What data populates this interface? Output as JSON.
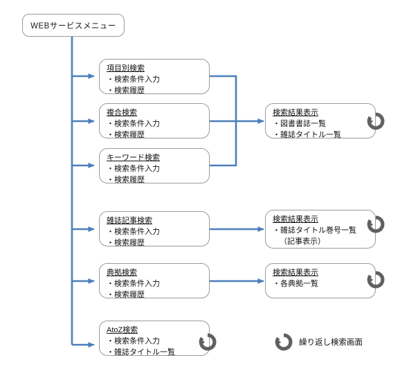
{
  "diagram": {
    "root": {
      "label": "WEBサービスメニュー"
    },
    "search_nodes": [
      {
        "title": "項目別検索",
        "lines": [
          "・検索条件入力",
          "・検索履歴"
        ]
      },
      {
        "title": "複合検索",
        "lines": [
          "・検索条件入力",
          "・検索履歴"
        ]
      },
      {
        "title": "キーワード検索",
        "lines": [
          "・検索条件入力",
          "・検索履歴"
        ]
      },
      {
        "title": "雑誌記事検索",
        "lines": [
          "・検索条件入力",
          "・検索履歴"
        ]
      },
      {
        "title": "典拠検索",
        "lines": [
          "・検索条件入力",
          "・検索履歴"
        ]
      },
      {
        "title": "AtoZ検索",
        "lines": [
          "・検索条件入力",
          "・雑誌タイトル一覧"
        ]
      }
    ],
    "result_nodes": [
      {
        "title": "検索結果表示",
        "lines": [
          "・図書書誌一覧",
          "・雑誌タイトル一覧"
        ]
      },
      {
        "title": "検索結果表示",
        "lines": [
          "・雑誌タイトル巻号一覧",
          "（記事表示）"
        ]
      },
      {
        "title": "検索結果表示",
        "lines": [
          "・各典拠一覧"
        ]
      }
    ],
    "legend": {
      "icon": "repeat-search-icon",
      "label": "繰り返し検索画面"
    },
    "colors": {
      "connector": "#4a7ebb",
      "node_border": "#9a9a9a",
      "loop_icon": "#616161",
      "text": "#101010",
      "background": "#ffffff"
    }
  }
}
